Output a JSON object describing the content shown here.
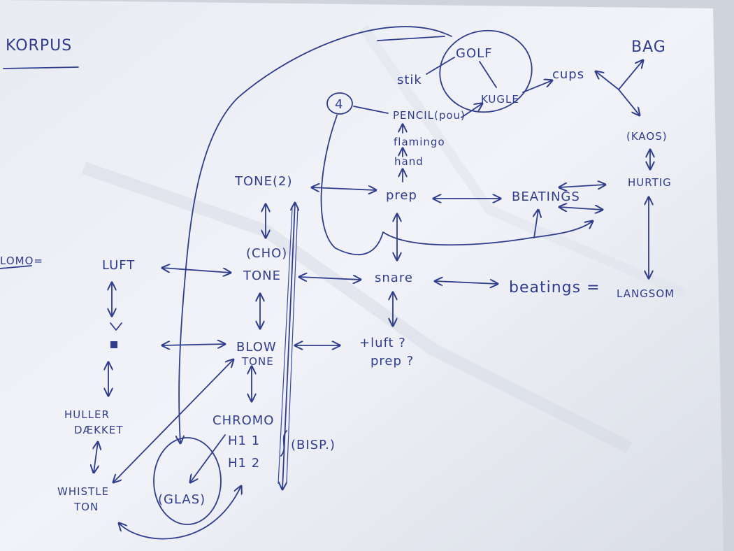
{
  "title": "KORPUS",
  "edge_fragment": "LOMO=",
  "nodes": {
    "golf": "GOLF",
    "kugle": "KUGLE",
    "stik": "stik",
    "cups": "cups",
    "bag": "BAG",
    "kaos": "(KAOS)",
    "hurtig": "HURTIG",
    "circled_4": "4",
    "pencil": "PENCIL(pou)",
    "flamingo": "flamingo",
    "hand": "hand",
    "tone2": "TONE(2)",
    "prep": "prep",
    "beatings": "BEATINGS",
    "cho": "(CHO)",
    "tone": "TONE",
    "luft": "LUFT",
    "snare": "snare",
    "beatings_eq": "beatings =",
    "langsom": "LANGSOM",
    "blow": "BLOW",
    "blow_tone": "TONE",
    "luft_prep_1": "+luft ?",
    "luft_prep_2": "prep ?",
    "huller_1": "HULLER",
    "huller_2": "DÆKKET",
    "whistle_1": "WHISTLE",
    "whistle_2": "TON",
    "chromo": "CHROMO",
    "hi1": "H1 1",
    "hi2": "H1 2",
    "bisp": "(BISP.)",
    "glas": "(GLAS)"
  },
  "colors": {
    "ink": "#2f3d8c",
    "paper": "#eef1f7"
  }
}
